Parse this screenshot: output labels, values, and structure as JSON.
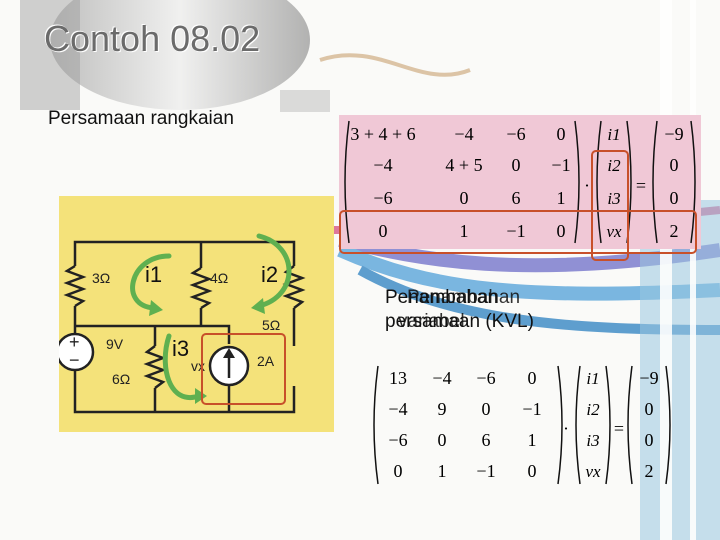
{
  "slide": {
    "title": "Contoh 08.02",
    "subtitle": "Persamaan rangkaian",
    "note_line1": "Penambahan",
    "note_overlap": "Penambahan",
    "note_line2": "persamaan (KVL)",
    "note_overlap2": "variabel"
  },
  "circuit": {
    "r1": "3Ω",
    "r2": "4Ω",
    "r3": "5Ω",
    "r4": "6Ω",
    "vs": "9V",
    "is": "2A",
    "vx": "vx",
    "i1": "i1",
    "i2": "i2",
    "i3": "i3",
    "plus": "+",
    "minus": "−"
  },
  "matrix1": {
    "rows": [
      [
        "3 + 4 + 6",
        "−4",
        "−6",
        "0"
      ],
      [
        "−4",
        "4 + 5",
        "0",
        "−1"
      ],
      [
        "−6",
        "0",
        "6",
        "1"
      ],
      [
        "0",
        "1",
        "−1",
        "0"
      ]
    ],
    "vars": [
      "i1",
      "i2",
      "i3",
      "vx"
    ],
    "rhs": [
      "−9",
      "0",
      "0",
      "2"
    ],
    "dot": "·",
    "eq": "="
  },
  "matrix2": {
    "rows": [
      [
        "13",
        "−4",
        "−6",
        "0"
      ],
      [
        "−4",
        "9",
        "0",
        "−1"
      ],
      [
        "−6",
        "0",
        "6",
        "1"
      ],
      [
        "0",
        "1",
        "−1",
        "0"
      ]
    ],
    "vars": [
      "i1",
      "i2",
      "i3",
      "vx"
    ],
    "rhs": [
      "−9",
      "0",
      "0",
      "2"
    ],
    "dot": "·",
    "eq": "="
  },
  "colors": {
    "circuit_panel": "#f4e27a",
    "matrix_panel": "#f0c8d6",
    "highlight": "#c8502a",
    "loop_arrow": "#5fb050"
  }
}
